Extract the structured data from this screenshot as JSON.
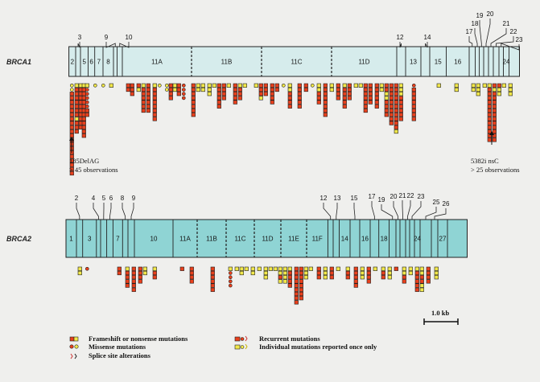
{
  "brca1": {
    "name": "BRCA1",
    "exons": [
      "2",
      "3",
      "5",
      "6",
      "7",
      "8",
      "9",
      "10",
      "11A",
      "11B",
      "11C",
      "11D",
      "12",
      "13",
      "14",
      "15",
      "16",
      "17",
      "18",
      "19",
      "20",
      "21",
      "22",
      "23",
      "24"
    ],
    "annotation_left": {
      "label": "185DelAG",
      "note": "> 45 observations"
    },
    "annotation_right": {
      "label": "5382i nsC",
      "note": "> 25 observations"
    }
  },
  "brca2": {
    "name": "BRCA2",
    "exons": [
      "1",
      "2",
      "3",
      "4",
      "5",
      "6",
      "7",
      "8",
      "9",
      "10",
      "11A",
      "11B",
      "11C",
      "11D",
      "11E",
      "11F",
      "12",
      "13",
      "14",
      "15",
      "16",
      "17",
      "18",
      "19",
      "20",
      "21",
      "22",
      "23",
      "24",
      "25",
      "26",
      "27"
    ]
  },
  "scale_bar": "1.0 kb",
  "legend": {
    "frameshift": "Frameshift or nonsense mutations",
    "missense": "Missense mutations",
    "splice": "Splice site alterations",
    "recurrent": "Recurrent mutations",
    "individual": "Individual mutations reported once only"
  },
  "colors": {
    "recurrent": "#e8401c",
    "individual": "#f2e84a",
    "brca1_fill": "#d6ecec",
    "brca2_fill": "#8fd4d4"
  }
}
